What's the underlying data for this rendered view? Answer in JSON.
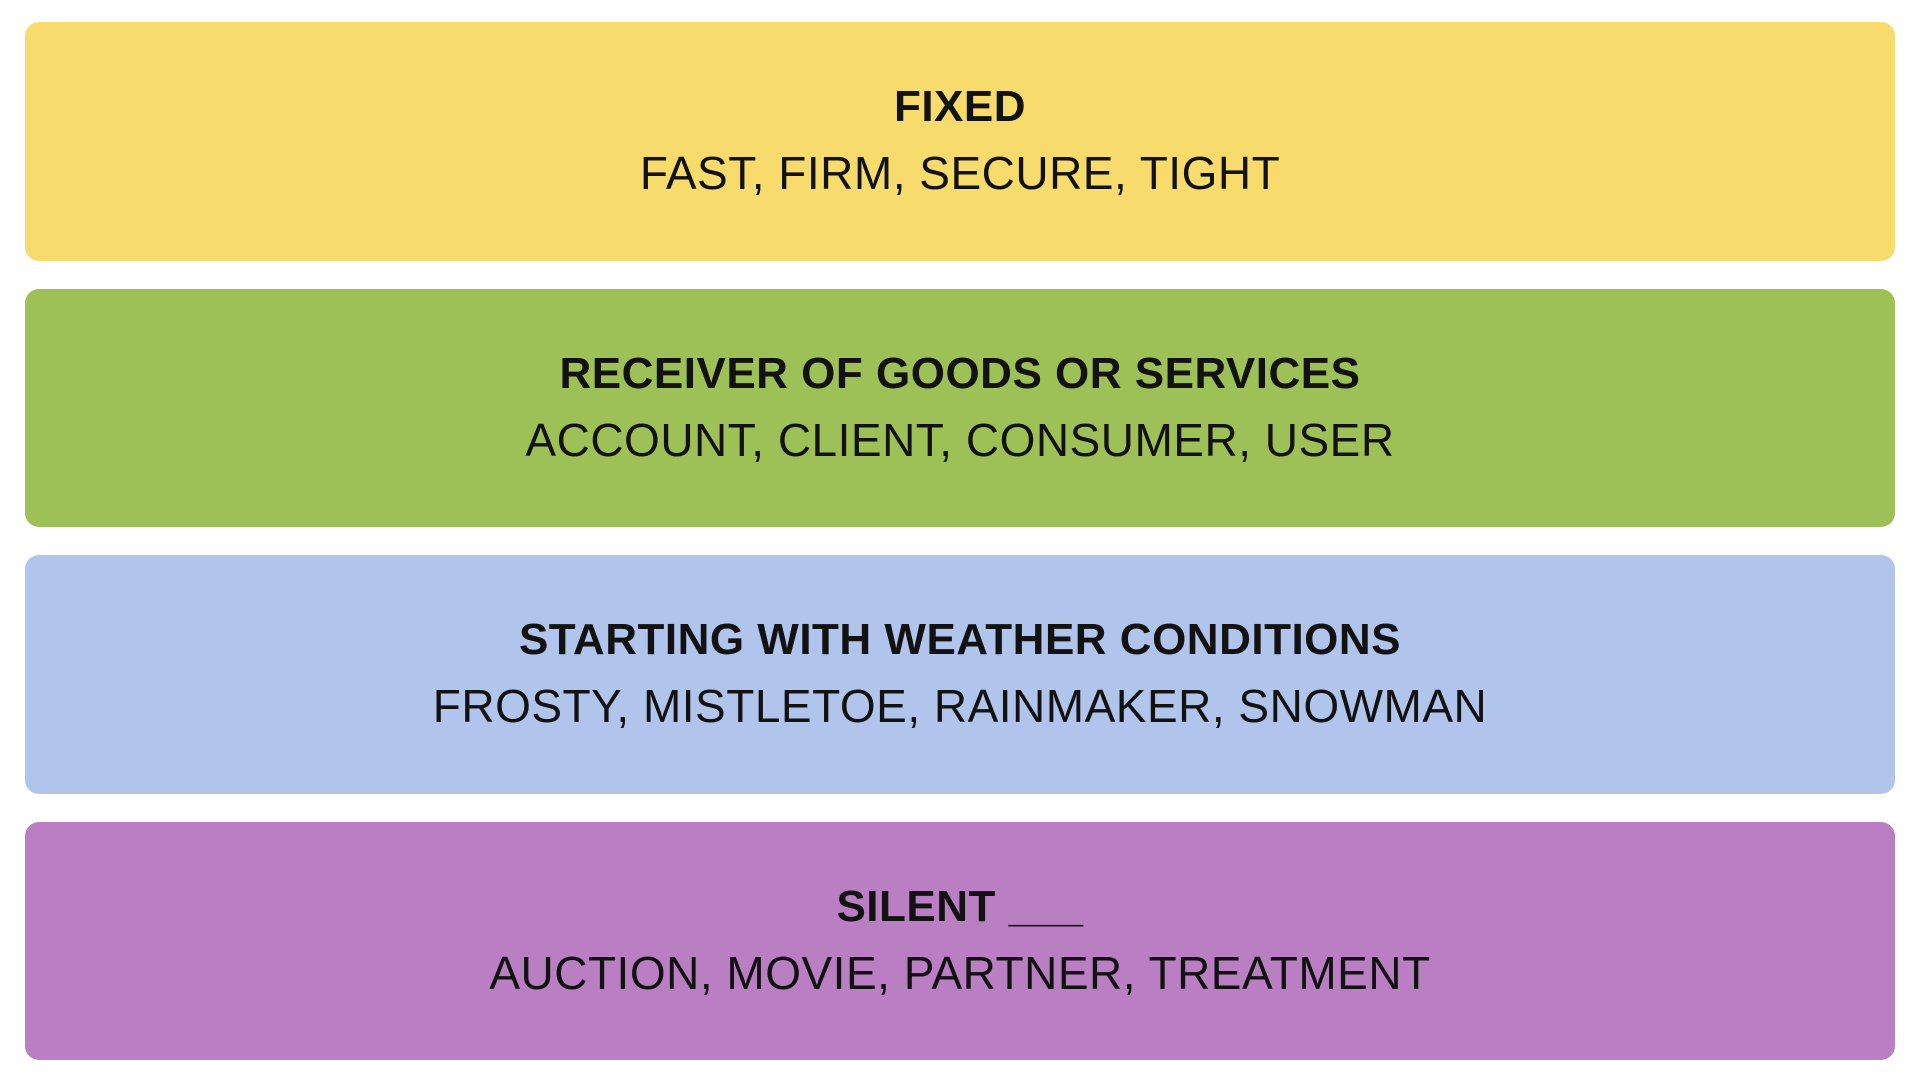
{
  "game": {
    "name": "connections-results",
    "text_color": "#121212",
    "groups": [
      {
        "id": "yellow",
        "color": "#F7DB6C",
        "title": "FIXED",
        "words": "FAST, FIRM, SECURE, TIGHT"
      },
      {
        "id": "green",
        "color": "#9EC157",
        "title": "RECEIVER OF GOODS OR SERVICES",
        "words": "ACCOUNT, CLIENT, CONSUMER, USER"
      },
      {
        "id": "blue",
        "color": "#B0C4EC",
        "title": "STARTING WITH WEATHER CONDITIONS",
        "words": "FROSTY, MISTLETOE, RAINMAKER, SNOWMAN"
      },
      {
        "id": "purple",
        "color": "#B97FC2",
        "title": "SILENT ___",
        "words": "AUCTION, MOVIE, PARTNER, TREATMENT"
      }
    ]
  }
}
